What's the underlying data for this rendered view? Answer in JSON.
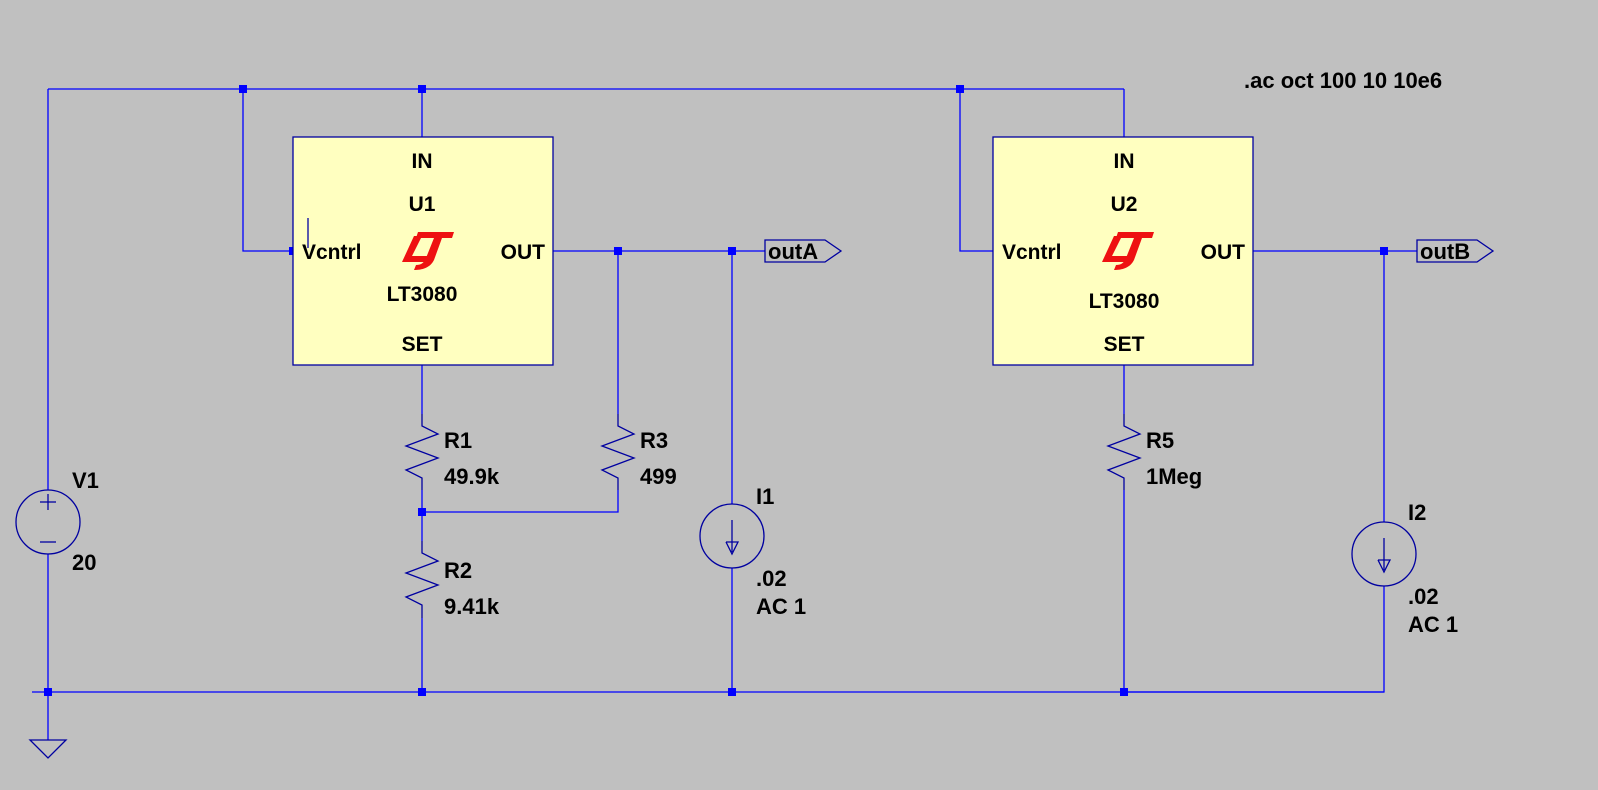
{
  "directive": ".ac oct 100 10 10e6",
  "sources": {
    "v1": {
      "name": "V1",
      "value": "20"
    },
    "i1": {
      "name": "I1",
      "value": ".02",
      "ac": "AC 1"
    },
    "i2": {
      "name": "I2",
      "value": ".02",
      "ac": "AC 1"
    }
  },
  "u1": {
    "ref": "U1",
    "part": "LT3080",
    "pin_in": "IN",
    "pin_vctrl": "Vcntrl",
    "pin_out": "OUT",
    "pin_set": "SET"
  },
  "u2": {
    "ref": "U2",
    "part": "LT3080",
    "pin_in": "IN",
    "pin_vctrl": "Vcntrl",
    "pin_out": "OUT",
    "pin_set": "SET"
  },
  "resistors": {
    "r1": {
      "name": "R1",
      "value": "49.9k"
    },
    "r2": {
      "name": "R2",
      "value": "9.41k"
    },
    "r3": {
      "name": "R3",
      "value": "499"
    },
    "r5": {
      "name": "R5",
      "value": "1Meg"
    }
  },
  "net_labels": {
    "out_a": "outA",
    "out_b": "outB"
  },
  "colors": {
    "background": "#c0c0c0",
    "wire": "#0000ff",
    "component": "#0000a0",
    "chip_fill": "#ffffc0",
    "logo": "#ee1111"
  },
  "icons": {
    "logo": "linear-technology-logo-icon",
    "ground": "ground-icon"
  }
}
